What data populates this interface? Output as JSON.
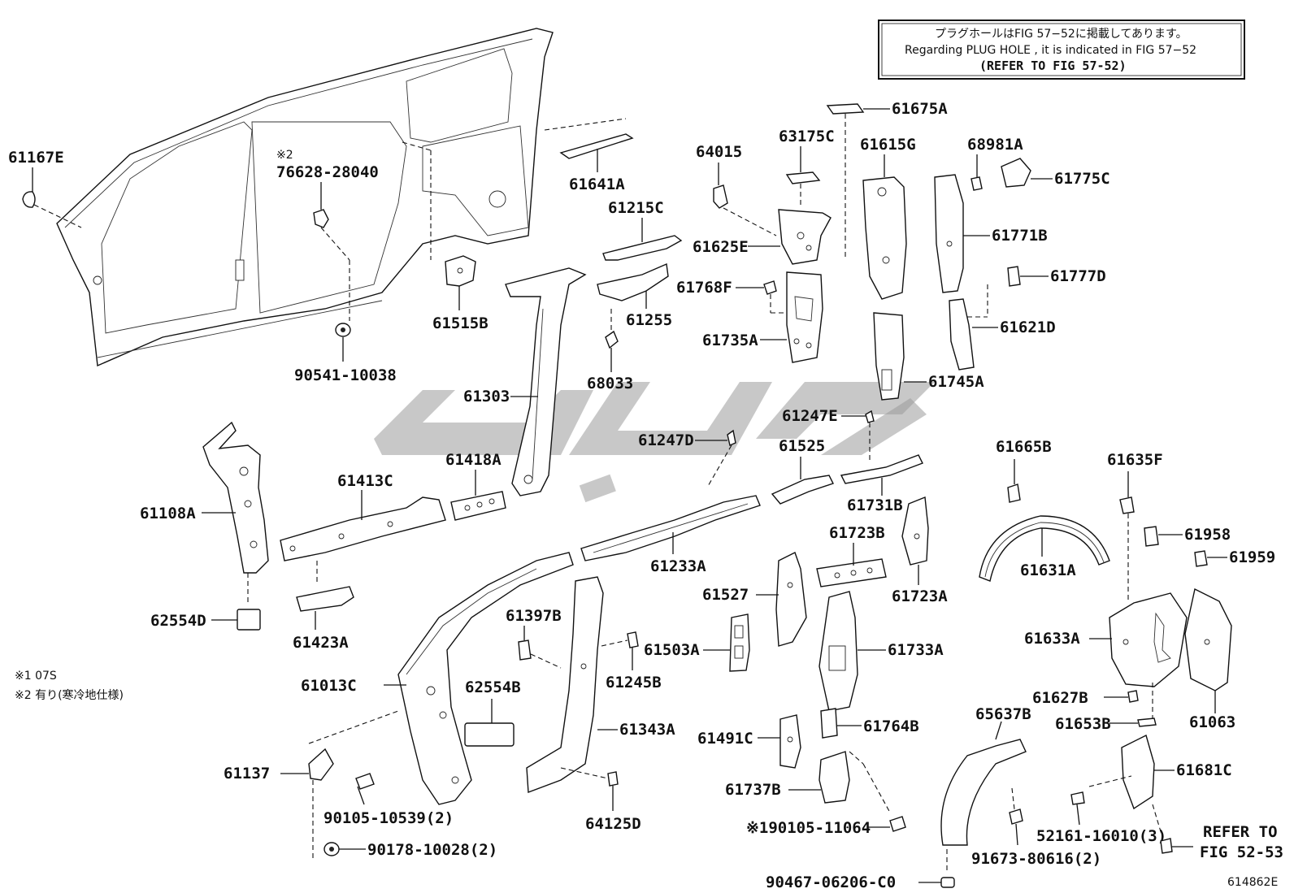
{
  "diagram": {
    "figure_id": "614862E",
    "notice": {
      "line_jp": "プラグホールはFIG 57−52に掲載してあります。",
      "line_en": "Regarding  PLUG  HOLE , it is indicated in FIG  57−52",
      "line_ref": "(REFER TO FIG 57-52)"
    },
    "footnotes": {
      "note1": "※1 07S",
      "note2": "※2 有り(寒冷地仕様)"
    },
    "marker_2": "※2",
    "refer_label": {
      "line1": "REFER TO",
      "line2": "FIG 52-53"
    },
    "parts": {
      "p61167E": "61167E",
      "p76628_28040": "76628-28040",
      "p90541_10038": "90541-10038",
      "p61515B": "61515B",
      "p61641A": "61641A",
      "p61215C": "61215C",
      "p61255": "61255",
      "p68033": "68033",
      "p61303": "61303",
      "p64015": "64015",
      "p63175C": "63175C",
      "p61615G": "61615G",
      "p61675A": "61675A",
      "p68981A": "68981A",
      "p61775C": "61775C",
      "p61625E": "61625E",
      "p61768F": "61768F",
      "p61735A": "61735A",
      "p61771B": "61771B",
      "p61777D": "61777D",
      "p61621D": "61621D",
      "p61745A": "61745A",
      "p61108A": "61108A",
      "p61413C": "61413C",
      "p61418A": "61418A",
      "p62554D": "62554D",
      "p61423A": "61423A",
      "p61247D": "61247D",
      "p61247E": "61247E",
      "p61525": "61525",
      "p61731B": "61731B",
      "p61233A": "61233A",
      "p61723B": "61723B",
      "p61723A": "61723A",
      "p61527": "61527",
      "p61503A": "61503A",
      "p61733A": "61733A",
      "p61665B": "61665B",
      "p61635F": "61635F",
      "p61958": "61958",
      "p61959": "61959",
      "p61631A": "61631A",
      "p61633A": "61633A",
      "p61627B": "61627B",
      "p61653B": "61653B",
      "p61063": "61063",
      "p61397B": "61397B",
      "p61245B": "61245B",
      "p61013C": "61013C",
      "p62554B": "62554B",
      "p61343A": "61343A",
      "p61137": "61137",
      "p90105_10539": "90105-10539(2)",
      "p90178_10028": "90178-10028(2)",
      "p64125D": "64125D",
      "p61491C": "61491C",
      "p61764B": "61764B",
      "p61737B": "61737B",
      "p90105_11064": "※190105-11064",
      "p65637B": "65637B",
      "p91673_80616": "91673-80616(2)",
      "p90467_06206": "90467-06206-C0",
      "p61681C": "61681C",
      "p52161_16010": "52161-16010(3)"
    }
  }
}
